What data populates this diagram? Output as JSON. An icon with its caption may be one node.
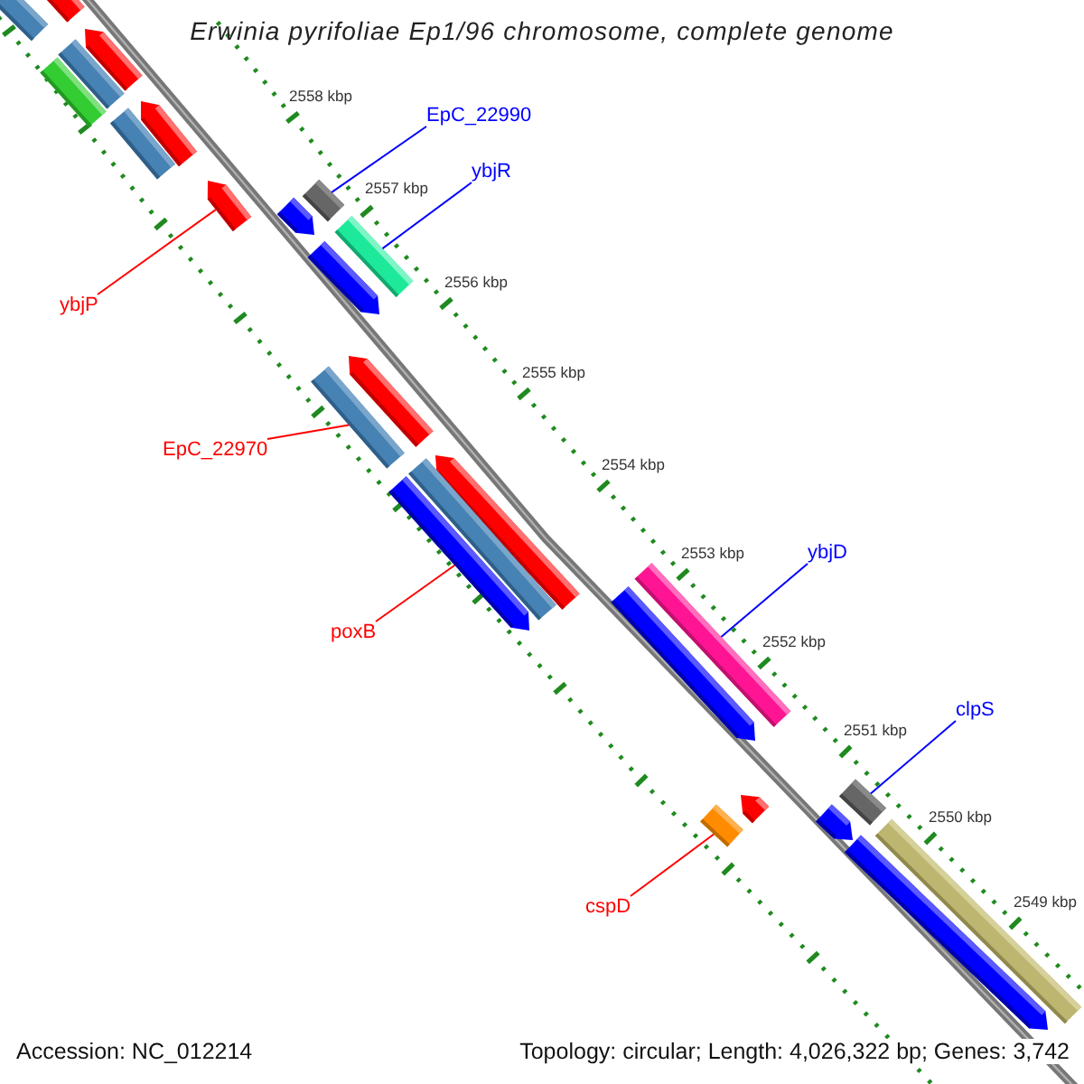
{
  "diagram": {
    "title": "Erwinia pyrifoliae Ep1/96 chromosome, complete genome",
    "nodes": [
      {
        "text": [
          "EpC_22990"
        ]
      },
      {
        "text": [
          "ybjR"
        ]
      },
      {
        "text": [],
        "shape": "bar"
      },
      {
        "text": [],
        "shape": "bar"
      },
      {
        "text": [],
        "shape": "bar"
      },
      {
        "text": [
          "ybjP"
        ]
      },
      {
        "text": [],
        "shape": "bar"
      },
      {
        "text": [
          "EpC_22970"
        ]
      },
      {
        "text": [],
        "shape": "bar"
      },
      {
        "text": [
          "poxB"
        ]
      },
      {
        "text": [
          "ybjD"
        ]
      },
      {
        "text": [],
        "shape": "bar"
      },
      {
        "text": [
          "clpS"
        ]
      },
      {
        "text": [],
        "shape": "bar"
      },
      {
        "text": [],
        "shape": "bar"
      },
      {
        "text": [
          "cspD"
        ]
      }
    ],
    "edges": [
      {
        "from": 0,
        "to": 2,
        "arrow": "none",
        "color": "#0000ff"
      },
      {
        "from": 1,
        "to": 3,
        "arrow": "none",
        "color": "#0000ff"
      },
      {
        "from": 5,
        "to": 4,
        "arrow": "none",
        "color": "#ff0000"
      },
      {
        "from": 7,
        "to": 6,
        "arrow": "none",
        "color": "#ff0000"
      },
      {
        "from": 9,
        "to": 8,
        "arrow": "none",
        "color": "#ff0000"
      },
      {
        "from": 10,
        "to": 11,
        "arrow": "none",
        "color": "#0000ff"
      },
      {
        "from": 12,
        "to": 13,
        "arrow": "none",
        "color": "#0000ff"
      },
      {
        "from": 15,
        "to": 14,
        "arrow": "none",
        "color": "#ff0000"
      }
    ],
    "labels": [
      "2558 kbp",
      "2557 kbp",
      "2556 kbp",
      "2555 kbp",
      "2554 kbp",
      "2553 kbp",
      "2552 kbp",
      "2551 kbp",
      "2550 kbp",
      "2549 kbp",
      "Accession: NC_012214",
      "Topology: circular; Length: 4,026,322 bp; Genes: 3,742"
    ]
  }
}
